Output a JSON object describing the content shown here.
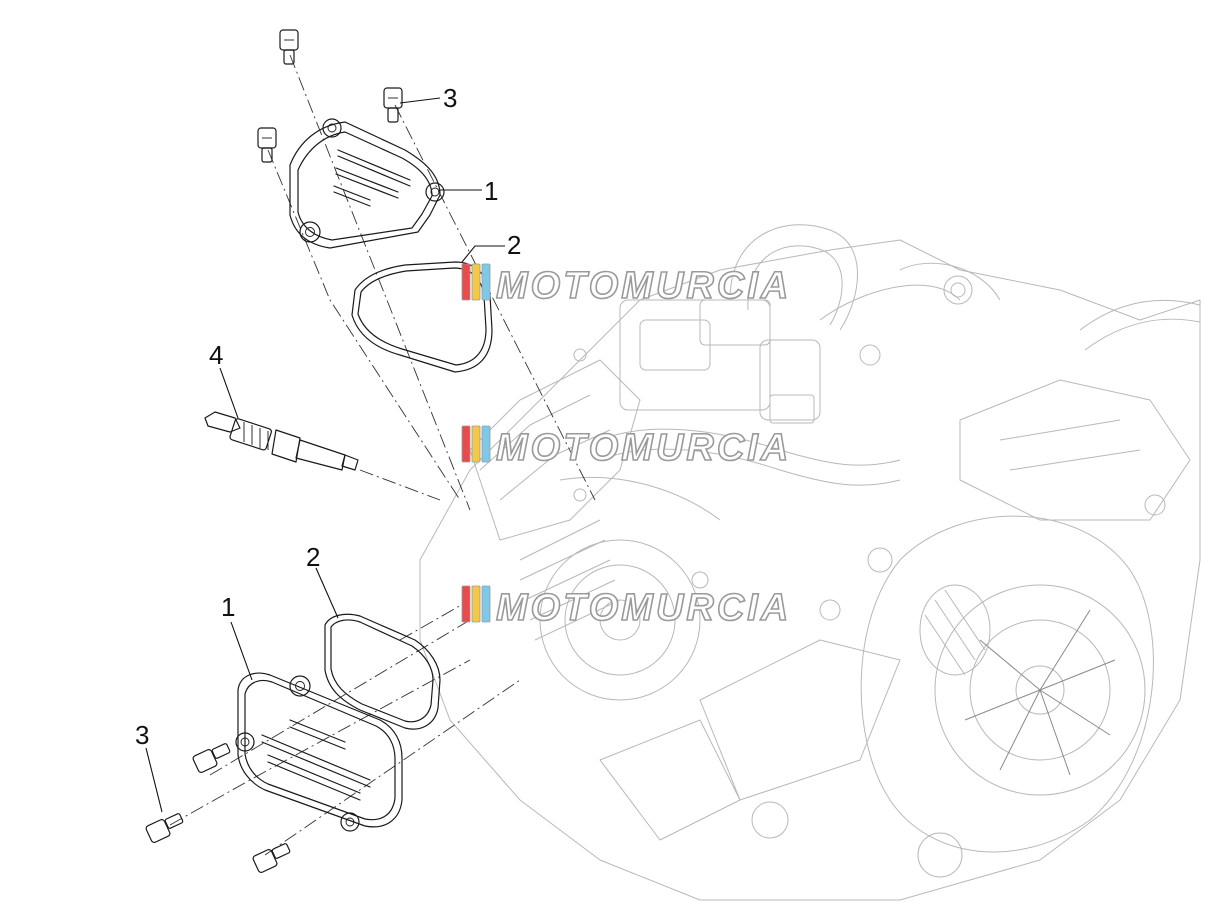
{
  "diagram": {
    "callouts": [
      {
        "id": "cover-top",
        "label": "1"
      },
      {
        "id": "gasket-top",
        "label": "2"
      },
      {
        "id": "screw-top",
        "label": "3"
      },
      {
        "id": "spark-plug",
        "label": "4"
      },
      {
        "id": "gasket-bottom",
        "label": "2"
      },
      {
        "id": "cover-bottom",
        "label": "1"
      },
      {
        "id": "screw-bottom",
        "label": "3"
      }
    ],
    "watermark": {
      "text": "MOTOMURCIA",
      "stripe_colors": [
        "#e94b4b",
        "#f2c84b",
        "#7fc8e8"
      ],
      "repeat_count": 3
    },
    "colors": {
      "ink": "#1a1a1a",
      "engine_ghost": "#b8b8b8"
    }
  }
}
